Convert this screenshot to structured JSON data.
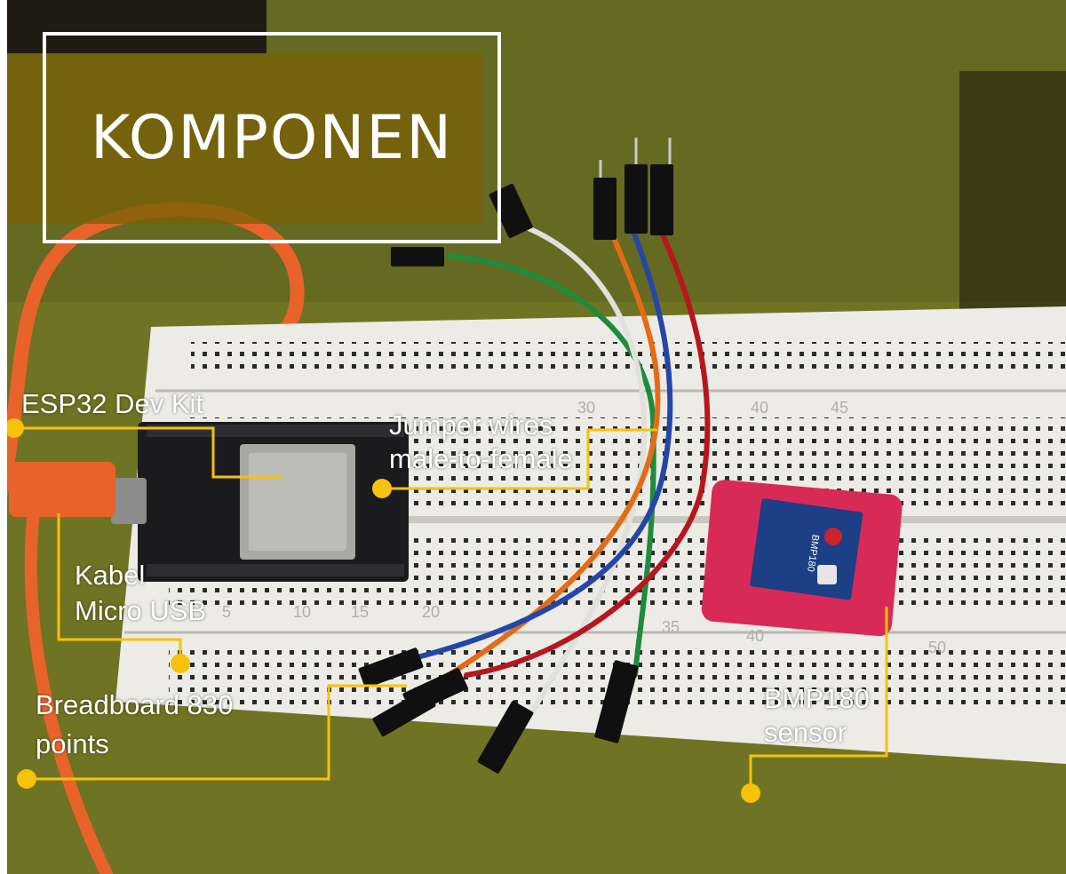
{
  "title": "KOMPONEN",
  "colors": {
    "accent": "#f6c20a",
    "text": "#ffffff",
    "title_panel": "#7a6006",
    "background": "#6f7424"
  },
  "labels": {
    "esp32": "ESP32 Dev Kit",
    "jumper_line1": "Jumper wires",
    "jumper_line2": "male-to-female",
    "kabel_line1": "Kabel",
    "kabel_line2": "Micro USB",
    "breadboard_line1": "Breadboard 830",
    "breadboard_line2": "points",
    "bmp_line1": "BMP180",
    "bmp_line2": "sensor"
  },
  "breadboard_numbers": [
    "30",
    "40",
    "45",
    "5",
    "10",
    "15",
    "20",
    "35",
    "40",
    "50"
  ],
  "module_marking": "BMP180"
}
